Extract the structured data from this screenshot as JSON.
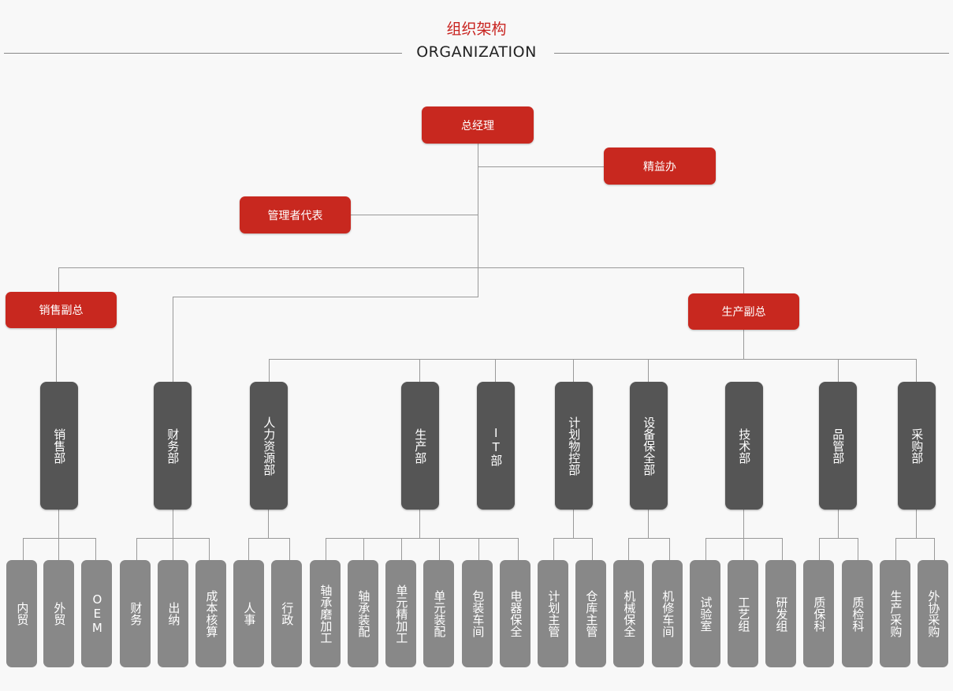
{
  "header": {
    "title_cn": "组织架构",
    "title_en": "ORGANIZATION"
  },
  "top": {
    "gm": "总经理",
    "lean": "精益办",
    "mgmt_rep": "管理者代表"
  },
  "vps": {
    "sales": "销售副总",
    "production": "生产副总"
  },
  "departments": [
    {
      "label": "销售部"
    },
    {
      "label": "财务部"
    },
    {
      "label": "人力资源部"
    },
    {
      "label": "生产部"
    },
    {
      "label": "IT部"
    },
    {
      "label": "计划物控部"
    },
    {
      "label": "设备保全部"
    },
    {
      "label": "技术部"
    },
    {
      "label": "品管部"
    },
    {
      "label": "采购部"
    }
  ],
  "units": [
    {
      "label": "内贸"
    },
    {
      "label": "外贸"
    },
    {
      "label": "OEM"
    },
    {
      "label": "财务"
    },
    {
      "label": "出纳"
    },
    {
      "label": "成本核算"
    },
    {
      "label": "人事"
    },
    {
      "label": "行政"
    },
    {
      "label": "轴承磨加工"
    },
    {
      "label": "轴承装配"
    },
    {
      "label": "单元精加工"
    },
    {
      "label": "单元装配"
    },
    {
      "label": "包装车间"
    },
    {
      "label": "电器保全"
    },
    {
      "label": "计划主管"
    },
    {
      "label": "仓库主管"
    },
    {
      "label": "机械保全"
    },
    {
      "label": "机修车间"
    },
    {
      "label": "试验室"
    },
    {
      "label": "工艺组"
    },
    {
      "label": "研发组"
    },
    {
      "label": "质保科"
    },
    {
      "label": "质检科"
    },
    {
      "label": "生产采购"
    },
    {
      "label": "外协采购"
    }
  ],
  "colors": {
    "accent": "#c8281f",
    "department": "#555555",
    "unit": "#888888",
    "line": "#999999"
  }
}
